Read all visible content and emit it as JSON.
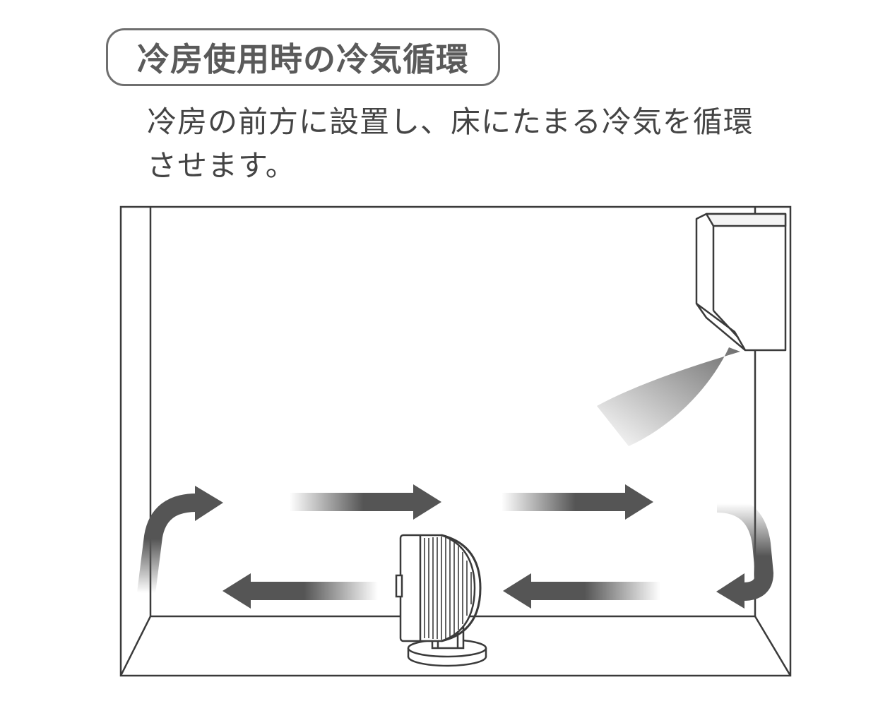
{
  "header": {
    "title": "冷房使用時の冷気循環"
  },
  "description": {
    "line1": "冷房の前方に設置し、床にたまる冷気を循環",
    "line2": "させます。"
  },
  "colors": {
    "line": "#3a3a3a",
    "arrow": "#555555",
    "border": "#6f6f6f"
  },
  "icons": {
    "air_conditioner": "air-conditioner-icon",
    "fan": "circulator-fan-icon",
    "arrow": "arrow-icon"
  }
}
